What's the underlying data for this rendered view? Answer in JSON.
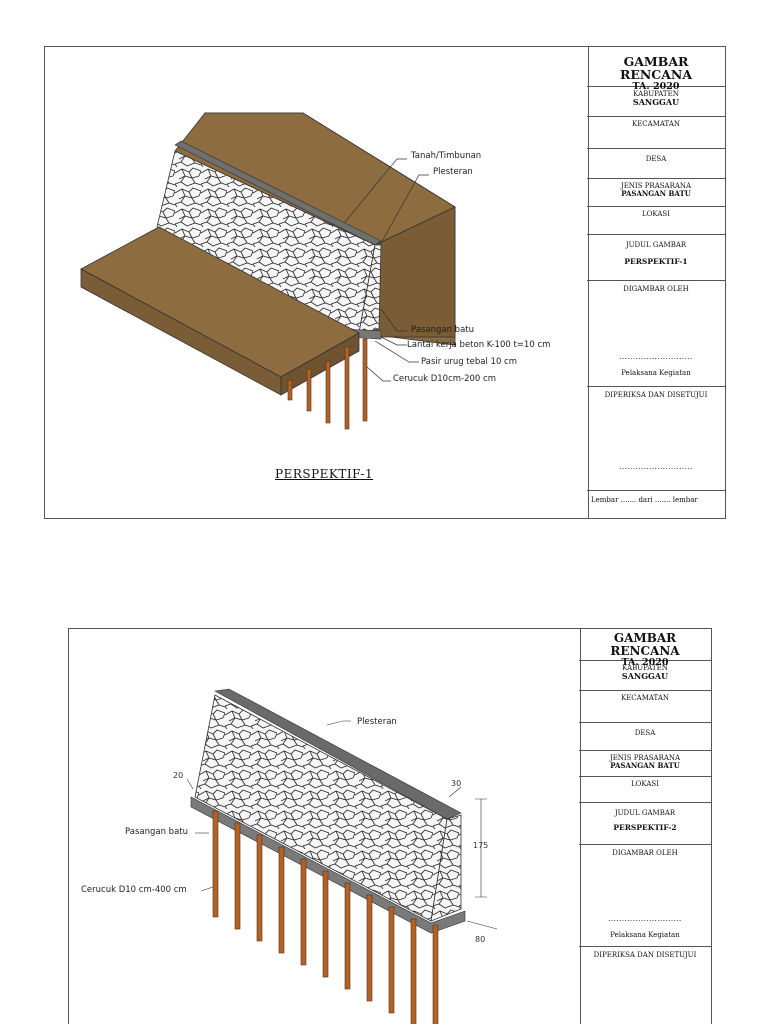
{
  "sheet1": {
    "titleblock": {
      "title": "GAMBAR RENCANA",
      "year": "TA. 2020",
      "kabupaten_label": "KABUPATEN",
      "kabupaten_value": "SANGGAU",
      "kecamatan_label": "KECAMATAN",
      "desa_label": "DESA",
      "jenis_label": "JENIS PRASARANA",
      "jenis_value": "PASANGAN BATU",
      "lokasi_label": "LOKASI",
      "judul_label": "JUDUL GAMBAR",
      "judul_value": "PERSPEKTIF-1",
      "digambar_label": "DIGAMBAR OLEH",
      "signature_dots": "...........................",
      "pelaksana": "Pelaksana Kegiatan",
      "diperiksa_label": "DIPERIKSA DAN DISETUJUI",
      "diperiksa_dots": "...........................",
      "footer": "Lembar ....... dari ....... lembar"
    },
    "callouts": {
      "tanah": "Tanah/Timbunan",
      "plesteran": "Plesteran",
      "pasangan": "Pasangan batu",
      "lantai": "Lantai kerja beton K-100 t=10 cm",
      "pasir": "Pasir urug tebal 10 cm",
      "cerucuk": "Cerucuk D10cm-200 cm"
    },
    "caption": "PERSPEKTIF-1"
  },
  "sheet2": {
    "titleblock": {
      "title": "GAMBAR RENCANA",
      "year": "TA. 2020",
      "kabupaten_label": "KABUPATEN",
      "kabupaten_value": "SANGGAU",
      "kecamatan_label": "KECAMATAN",
      "desa_label": "DESA",
      "jenis_label": "JENIS PRASARANA",
      "jenis_value": "PASANGAN BATU",
      "lokasi_label": "LOKASI",
      "judul_label": "JUDUL GAMBAR",
      "judul_value": "PERSPEKTIF-2",
      "digambar_label": "DIGAMBAR OLEH",
      "signature_dots": "...........................",
      "pelaksana": "Pelaksana Kegiatan",
      "diperiksa_label": "DIPERIKSA DAN DISETUJUI"
    },
    "callouts": {
      "plesteran": "Plesteran",
      "pasangan": "Pasangan batu",
      "cerucuk": "Cerucuk D10 cm-400 cm"
    },
    "dimensions": {
      "top_left": "20",
      "top_right": "30",
      "height": "175",
      "base": "80"
    }
  },
  "colors": {
    "soil": "#8a6a3f",
    "soil_dark": "#6e5330",
    "plaster": "#6f6f6f",
    "stone_bg": "#f4f4f4",
    "pile": "#b0622a"
  }
}
